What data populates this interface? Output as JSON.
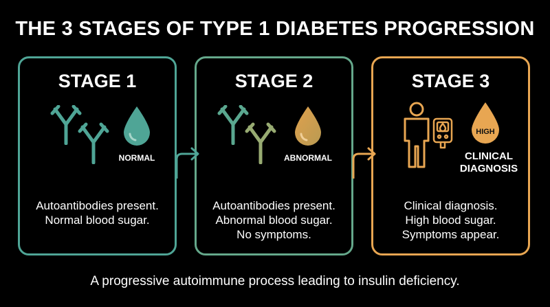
{
  "title": "THE 3 STAGES OF TYPE 1 DIABETES PROGRESSION",
  "colors": {
    "stage1": "#4fa596",
    "stage2": "#65a88b",
    "stage3": "#e8a652",
    "background": "#000000"
  },
  "stages": [
    {
      "title": "STAGE 1",
      "icons": [
        "antibody-icon",
        "antibody-icon",
        "blood-drop-icon"
      ],
      "drop_label": "NORMAL",
      "description": [
        "Autoantibodies present.",
        "Normal blood sugar."
      ]
    },
    {
      "title": "STAGE 2",
      "icons": [
        "antibody-icon",
        "antibody-icon",
        "blood-drop-icon"
      ],
      "drop_label": "ABNORMAL",
      "description": [
        "Autoantibodies present.",
        "Abnormal blood sugar.",
        "No symptoms."
      ]
    },
    {
      "title": "STAGE 3",
      "icons": [
        "person-icon",
        "glucose-meter-icon",
        "blood-drop-icon"
      ],
      "drop_text": "HIGH",
      "drop_label": [
        "CLINICAL",
        "DIAGNOSIS"
      ],
      "description": [
        "Clinical diagnosis.",
        "High blood sugar.",
        "Symptoms appear."
      ]
    }
  ],
  "footer": "A progressive autoimmune process leading to insulin deficiency."
}
